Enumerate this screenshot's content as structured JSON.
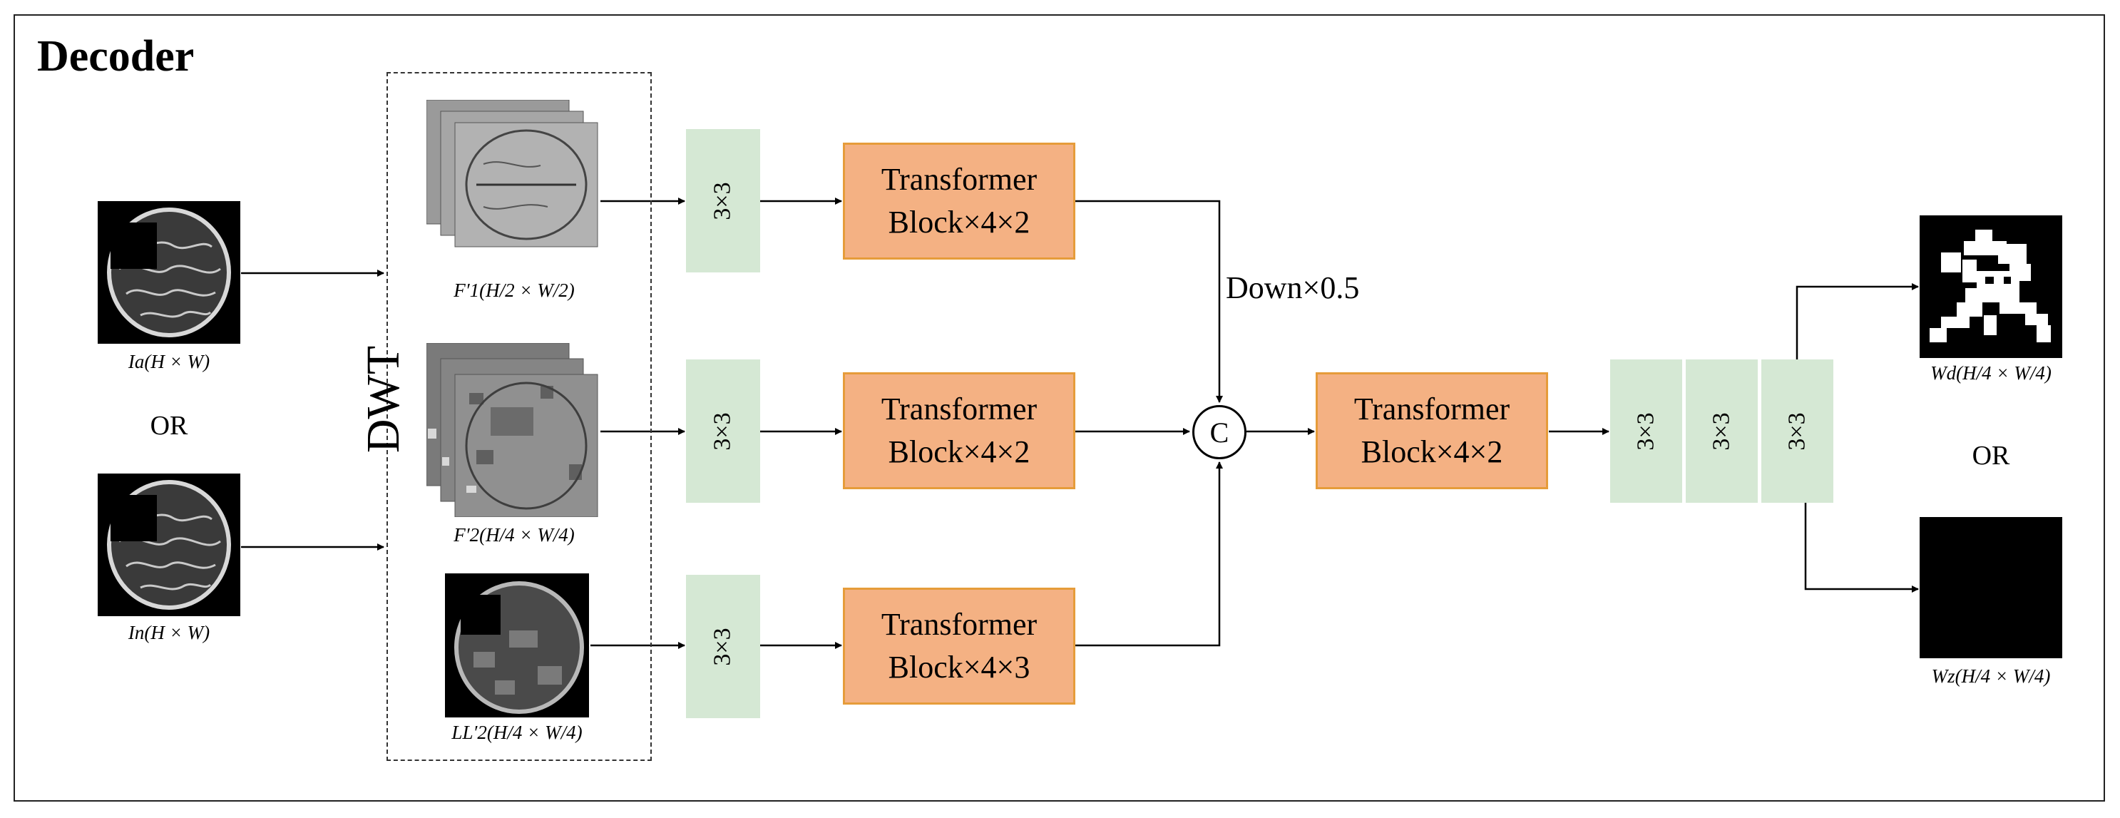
{
  "title": "Decoder",
  "dwt_label": "DWT",
  "inputs": {
    "attacked_caption": "Ia(H × W)",
    "normal_caption": "In(H × W)",
    "or": "OR"
  },
  "subbands": {
    "f1_caption": "F′1(H/2 × W/2)",
    "f2_caption": "F′2(H/4 × W/4)",
    "ll2_caption": "LL′2(H/4 × W/4)"
  },
  "conv_label": "3×3",
  "transformer_blocks": {
    "top": [
      "Transformer",
      "Block×4×2"
    ],
    "middle": [
      "Transformer",
      "Block×4×2"
    ],
    "bottom": [
      "Transformer",
      "Block×4×3"
    ],
    "fusion": [
      "Transformer",
      "Block×4×2"
    ]
  },
  "downsample_label": "Down×0.5",
  "concat_symbol": "C",
  "outputs": {
    "wd_caption": "Wd(H/4 × W/4)",
    "wz_caption": "Wz(H/4 × W/4)",
    "or": "OR"
  },
  "colors": {
    "conv_fill": "#d5e8d4",
    "transformer_fill": "#f4b183",
    "transformer_border": "#e69c3a"
  }
}
